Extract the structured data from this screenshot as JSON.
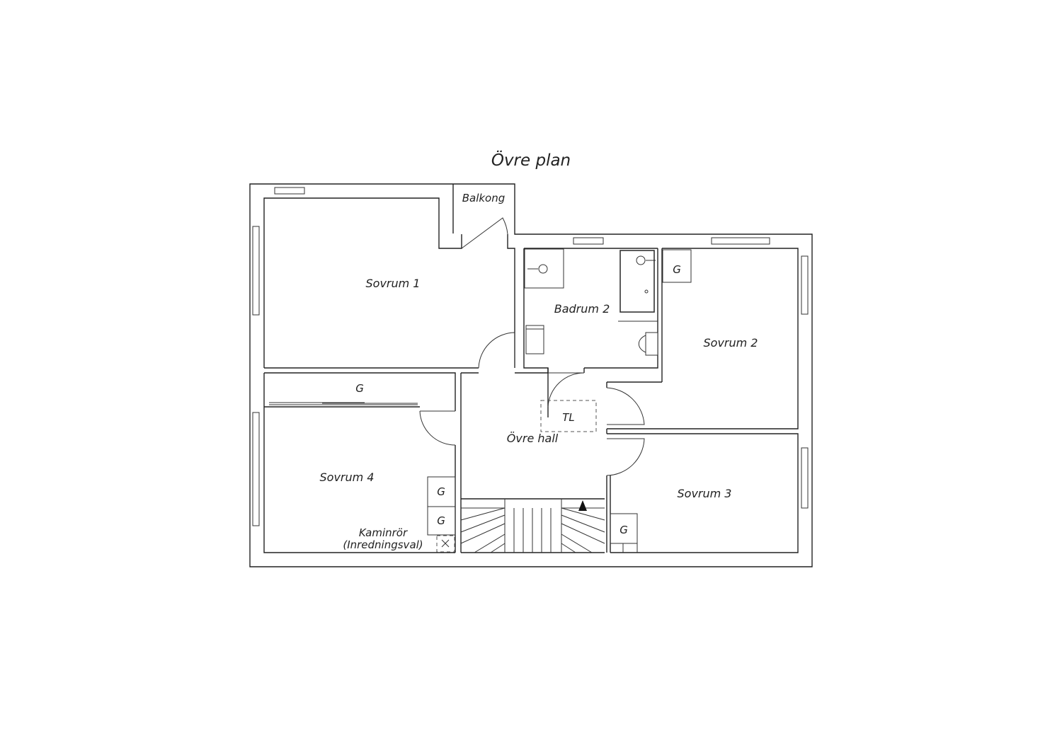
{
  "plan_title": "Övre plan",
  "rooms": {
    "balkong": "Balkong",
    "sovrum1": "Sovrum 1",
    "badrum2": "Badrum 2",
    "sovrum2": "Sovrum 2",
    "sovrum3": "Sovrum 3",
    "sovrum4": "Sovrum 4",
    "ovre_hall": "Övre hall"
  },
  "marks": {
    "wardrobe": "G",
    "attic_hatch": "TL",
    "chimney_line1": "Kaminrör",
    "chimney_line2": "(Inredningsval)"
  }
}
